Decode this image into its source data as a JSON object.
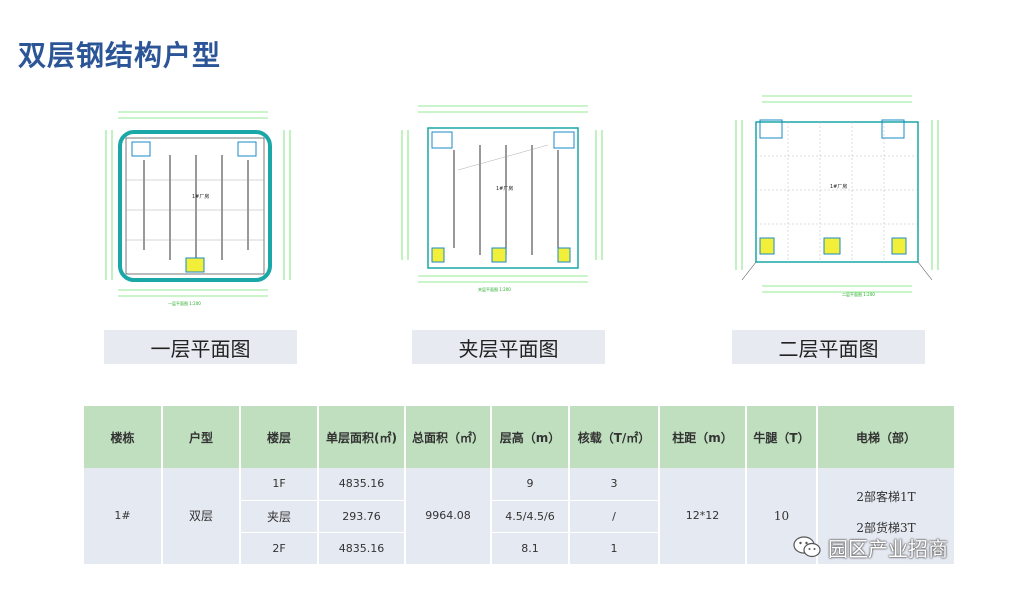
{
  "title": "双层钢结构户型",
  "plans": [
    {
      "caption": "一层平面图",
      "room_label": "1#厂房",
      "scale_label": "一层平面图 1:200"
    },
    {
      "caption": "夹层平面图",
      "room_label": "1#厂房",
      "scale_label": "夹层平面图 1:200"
    },
    {
      "caption": "二层平面图",
      "room_label": "1#厂房",
      "scale_label": "二层平面图 1:200"
    }
  ],
  "table": {
    "headers": [
      "楼栋",
      "户型",
      "楼层",
      "单层面积(㎡)",
      "总面积（㎡）",
      "层高（m）",
      "核载（T/㎡）",
      "柱距（m）",
      "牛腿（T）",
      "电梯（部）"
    ],
    "building": "1#",
    "type": "双层",
    "total_area": "9964.08",
    "column_spacing": "12*12",
    "corbel": "10",
    "elevator_line1": "2部客梯1T",
    "elevator_line2": "2部货梯3T",
    "rows": [
      {
        "floor": "1F",
        "area": "4835.16",
        "height": "9",
        "load": "3"
      },
      {
        "floor": "夹层",
        "area": "293.76",
        "height": "4.5/4.5/6",
        "load": "/"
      },
      {
        "floor": "2F",
        "area": "4835.16",
        "height": "8.1",
        "load": "1"
      }
    ]
  },
  "watermark": {
    "text": "园区产业招商",
    "icon": "wechat-icon"
  }
}
